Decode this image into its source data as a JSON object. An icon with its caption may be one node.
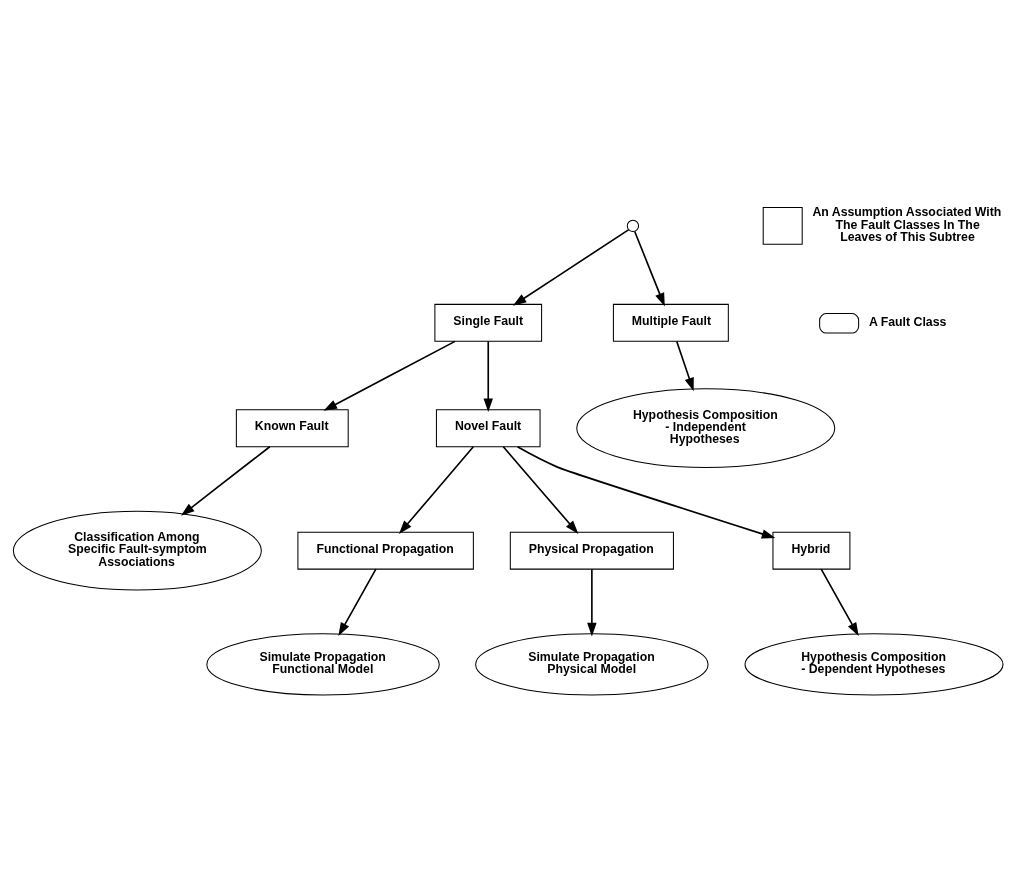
{
  "diagram": {
    "nodes": [
      {
        "text": [],
        "shape": "circle"
      },
      {
        "text": [
          "Single Fault"
        ]
      },
      {
        "text": [
          "Multiple Fault"
        ]
      },
      {
        "text": [
          "Known Fault"
        ]
      },
      {
        "text": [
          "Hypothesis Composition - Independent Hypotheses"
        ]
      },
      {
        "text": [
          "Classification Among Specific Fault-symptom Associations"
        ]
      },
      {
        "text": [
          "Novel Fault"
        ]
      },
      {
        "text": [
          "Functional Propagation"
        ]
      },
      {
        "text": [
          "Physical Propagation"
        ]
      },
      {
        "text": [
          "Hybrid"
        ]
      },
      {
        "text": [
          "Simulate Propagation Functional Model"
        ]
      },
      {
        "text": [
          "Simulate Propagation Physical Model"
        ]
      },
      {
        "text": [
          "Hypothesis Composition - Dependent Hypotheses"
        ]
      }
    ],
    "edges": [
      {
        "from": 0,
        "to": 1,
        "arrow": "to"
      },
      {
        "from": 0,
        "to": 2,
        "arrow": "to"
      },
      {
        "from": 1,
        "to": 3,
        "arrow": "to"
      },
      {
        "from": 1,
        "to": 6,
        "arrow": "to"
      },
      {
        "from": 2,
        "to": 4,
        "arrow": "to"
      },
      {
        "from": 3,
        "to": 5,
        "arrow": "to"
      },
      {
        "from": 6,
        "to": 7,
        "arrow": "to"
      },
      {
        "from": 6,
        "to": 8,
        "arrow": "to"
      },
      {
        "from": 6,
        "to": 9,
        "arrow": "to"
      },
      {
        "from": 7,
        "to": 10,
        "arrow": "to"
      },
      {
        "from": 8,
        "to": 11,
        "arrow": "to"
      },
      {
        "from": 9,
        "to": 12,
        "arrow": "to"
      }
    ],
    "legend": [
      {
        "text": "An Assumption Associated With The Fault Classes In The Leaves of This Subtree"
      },
      {
        "text": "A Fault Class"
      }
    ]
  }
}
